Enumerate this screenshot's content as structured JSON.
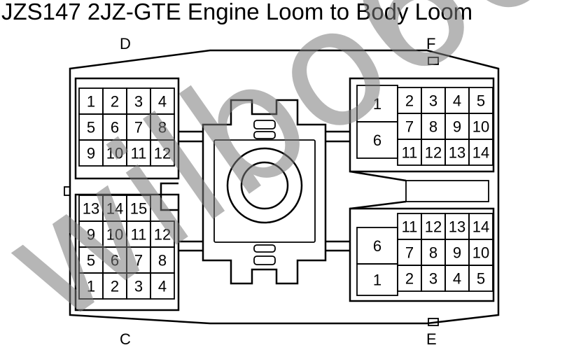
{
  "title": "JZS147 2JZ-GTE Engine Loom to Body Loom",
  "watermark": "wilbo666",
  "colors": {
    "line": "#000000",
    "background": "#ffffff",
    "watermark": "#7a7a7a"
  },
  "connectors": {
    "D": {
      "label": "D",
      "rows": [
        [
          "1",
          "2",
          "3",
          "4"
        ],
        [
          "5",
          "6",
          "7",
          "8"
        ],
        [
          "9",
          "10",
          "11",
          "12"
        ]
      ]
    },
    "C": {
      "label": "C",
      "rows": [
        [
          "13",
          "14",
          "15"
        ],
        [
          "9",
          "10",
          "11",
          "12"
        ],
        [
          "5",
          "6",
          "7",
          "8"
        ],
        [
          "1",
          "2",
          "3",
          "4"
        ]
      ]
    },
    "F": {
      "label": "F",
      "big": [
        "1",
        "6"
      ],
      "rows": [
        [
          "2",
          "3",
          "4",
          "5"
        ],
        [
          "7",
          "8",
          "9",
          "10"
        ],
        [
          "11",
          "12",
          "13",
          "14"
        ]
      ]
    },
    "E": {
      "label": "E",
      "big": [
        "6",
        "1"
      ],
      "rows": [
        [
          "11",
          "12",
          "13",
          "14"
        ],
        [
          "7",
          "8",
          "9",
          "10"
        ],
        [
          "2",
          "3",
          "4",
          "5"
        ]
      ]
    }
  }
}
